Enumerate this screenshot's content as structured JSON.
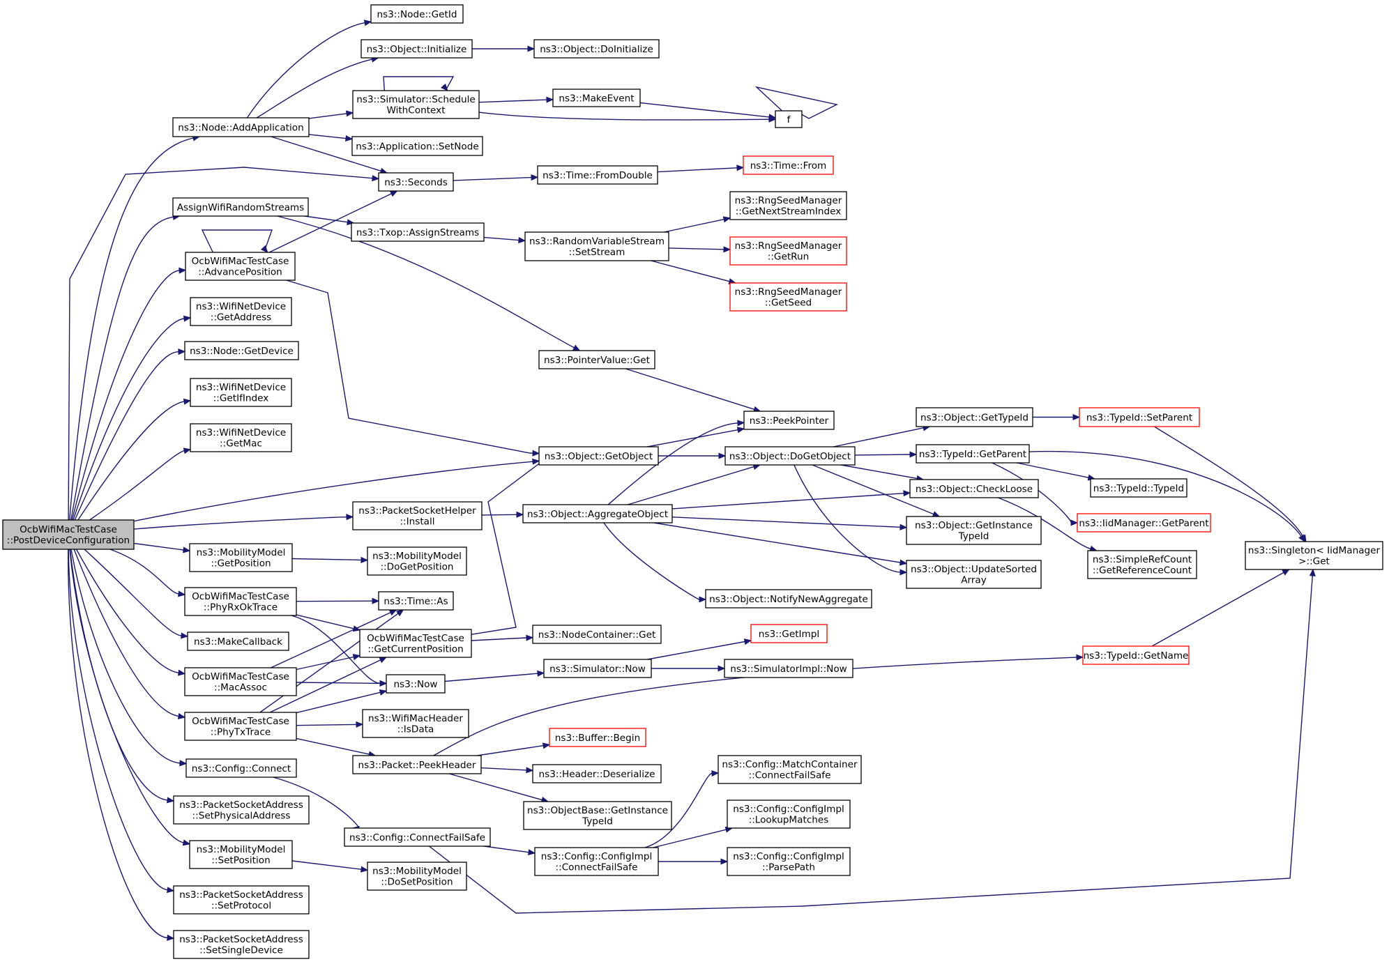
{
  "graph": {
    "nodes": {
      "root": {
        "lines": [
          "OcbWifiMacTestCase",
          "::PostDeviceConfiguration"
        ],
        "style": "root"
      },
      "getid": {
        "lines": [
          "ns3::Node::GetId"
        ],
        "style": "normal"
      },
      "init": {
        "lines": [
          "ns3::Object::Initialize"
        ],
        "style": "normal"
      },
      "doinit": {
        "lines": [
          "ns3::Object::DoInitialize"
        ],
        "style": "normal"
      },
      "schedwc": {
        "lines": [
          "ns3::Simulator::Schedule",
          "WithContext"
        ],
        "style": "normal"
      },
      "makeevent": {
        "lines": [
          "ns3::MakeEvent"
        ],
        "style": "normal"
      },
      "f": {
        "lines": [
          "f"
        ],
        "style": "normal"
      },
      "addapp": {
        "lines": [
          "ns3::Node::AddApplication"
        ],
        "style": "normal"
      },
      "appsetnode": {
        "lines": [
          "ns3::Application::SetNode"
        ],
        "style": "normal"
      },
      "seconds": {
        "lines": [
          "ns3::Seconds"
        ],
        "style": "normal"
      },
      "fromdouble": {
        "lines": [
          "ns3::Time::FromDouble"
        ],
        "style": "normal"
      },
      "timefrom": {
        "lines": [
          "ns3::Time::From"
        ],
        "style": "red"
      },
      "assignwifi": {
        "lines": [
          "AssignWifiRandomStreams"
        ],
        "style": "normal"
      },
      "txopassign": {
        "lines": [
          "ns3::Txop::AssignStreams"
        ],
        "style": "normal"
      },
      "rvssetstream": {
        "lines": [
          "ns3::RandomVariableStream",
          "::SetStream"
        ],
        "style": "normal"
      },
      "rngnext": {
        "lines": [
          "ns3::RngSeedManager",
          "::GetNextStreamIndex"
        ],
        "style": "normal"
      },
      "rngrun": {
        "lines": [
          "ns3::RngSeedManager",
          "::GetRun"
        ],
        "style": "red"
      },
      "rngseed": {
        "lines": [
          "ns3::RngSeedManager",
          "::GetSeed"
        ],
        "style": "red"
      },
      "advpos": {
        "lines": [
          "OcbWifiMacTestCase",
          "::AdvancePosition"
        ],
        "style": "normal"
      },
      "wndgetaddr": {
        "lines": [
          "ns3::WifiNetDevice",
          "::GetAddress"
        ],
        "style": "normal"
      },
      "nodegetdev": {
        "lines": [
          "ns3::Node::GetDevice"
        ],
        "style": "normal"
      },
      "wndgetif": {
        "lines": [
          "ns3::WifiNetDevice",
          "::GetIfIndex"
        ],
        "style": "normal"
      },
      "wndgetmac": {
        "lines": [
          "ns3::WifiNetDevice",
          "::GetMac"
        ],
        "style": "normal"
      },
      "ptrvalget": {
        "lines": [
          "ns3::PointerValue::Get"
        ],
        "style": "normal"
      },
      "peekptr": {
        "lines": [
          "ns3::PeekPointer"
        ],
        "style": "normal"
      },
      "objgetobj": {
        "lines": [
          "ns3::Object::GetObject"
        ],
        "style": "normal"
      },
      "dogetobj": {
        "lines": [
          "ns3::Object::DoGetObject"
        ],
        "style": "normal"
      },
      "gettypeid": {
        "lines": [
          "ns3::Object::GetTypeId"
        ],
        "style": "normal"
      },
      "tidsetparent": {
        "lines": [
          "ns3::TypeId::SetParent"
        ],
        "style": "red"
      },
      "tidgetparent": {
        "lines": [
          "ns3::TypeId::GetParent"
        ],
        "style": "normal"
      },
      "tidtypeid": {
        "lines": [
          "ns3::TypeId::TypeId"
        ],
        "style": "normal"
      },
      "checkloose": {
        "lines": [
          "ns3::Object::CheckLoose"
        ],
        "style": "normal"
      },
      "iidgetparent": {
        "lines": [
          "ns3::IidManager::GetParent"
        ],
        "style": "red"
      },
      "singleton": {
        "lines": [
          "ns3::Singleton< IidManager",
          ">::Get"
        ],
        "style": "normal"
      },
      "psinstall": {
        "lines": [
          "ns3::PacketSocketHelper",
          "::Install"
        ],
        "style": "normal"
      },
      "aggobj": {
        "lines": [
          "ns3::Object::AggregateObject"
        ],
        "style": "normal"
      },
      "getinsttid": {
        "lines": [
          "ns3::Object::GetInstance",
          "TypeId"
        ],
        "style": "normal"
      },
      "srcgetref": {
        "lines": [
          "ns3::SimpleRefCount",
          "::GetReferenceCount"
        ],
        "style": "normal"
      },
      "mmgetpos": {
        "lines": [
          "ns3::MobilityModel",
          "::GetPosition"
        ],
        "style": "normal"
      },
      "mmdogetpos": {
        "lines": [
          "ns3::MobilityModel",
          "::DoGetPosition"
        ],
        "style": "normal"
      },
      "updsorted": {
        "lines": [
          "ns3::Object::UpdateSorted",
          "Array"
        ],
        "style": "normal"
      },
      "notifynew": {
        "lines": [
          "ns3::Object::NotifyNewAggregate"
        ],
        "style": "normal"
      },
      "phyrxok": {
        "lines": [
          "OcbWifiMacTestCase",
          "::PhyRxOkTrace"
        ],
        "style": "normal"
      },
      "timeas": {
        "lines": [
          "ns3::Time::As"
        ],
        "style": "normal"
      },
      "getcurpos": {
        "lines": [
          "OcbWifiMacTestCase",
          "::GetCurrentPosition"
        ],
        "style": "normal"
      },
      "ncget": {
        "lines": [
          "ns3::NodeContainer::Get"
        ],
        "style": "normal"
      },
      "makecb": {
        "lines": [
          "ns3::MakeCallback"
        ],
        "style": "normal"
      },
      "getimpl": {
        "lines": [
          "ns3::GetImpl"
        ],
        "style": "red"
      },
      "macassoc": {
        "lines": [
          "OcbWifiMacTestCase",
          "::MacAssoc"
        ],
        "style": "normal"
      },
      "now": {
        "lines": [
          "ns3::Now"
        ],
        "style": "normal"
      },
      "simnow": {
        "lines": [
          "ns3::Simulator::Now"
        ],
        "style": "normal"
      },
      "simimplnow": {
        "lines": [
          "ns3::SimulatorImpl::Now"
        ],
        "style": "normal"
      },
      "tidgetname": {
        "lines": [
          "ns3::TypeId::GetName"
        ],
        "style": "red"
      },
      "phytx": {
        "lines": [
          "OcbWifiMacTestCase",
          "::PhyTxTrace"
        ],
        "style": "normal"
      },
      "wmhisdata": {
        "lines": [
          "ns3::WifiMacHeader",
          "::IsData"
        ],
        "style": "normal"
      },
      "bufbegin": {
        "lines": [
          "ns3::Buffer::Begin"
        ],
        "style": "red"
      },
      "peekheader": {
        "lines": [
          "ns3::Packet::PeekHeader"
        ],
        "style": "normal"
      },
      "hdrdeser": {
        "lines": [
          "ns3::Header::Deserialize"
        ],
        "style": "normal"
      },
      "obgetinst": {
        "lines": [
          "ns3::ObjectBase::GetInstance",
          "TypeId"
        ],
        "style": "normal"
      },
      "cfgconnect": {
        "lines": [
          "ns3::Config::Connect"
        ],
        "style": "normal"
      },
      "cfgmatchcfs": {
        "lines": [
          "ns3::Config::MatchContainer",
          "::ConnectFailSafe"
        ],
        "style": "normal"
      },
      "pssetphys": {
        "lines": [
          "ns3::PacketSocketAddress",
          "::SetPhysicalAddress"
        ],
        "style": "normal"
      },
      "cfglookup": {
        "lines": [
          "ns3::Config::ConfigImpl",
          "::LookupMatches"
        ],
        "style": "normal"
      },
      "cfgcfs": {
        "lines": [
          "ns3::Config::ConnectFailSafe"
        ],
        "style": "normal"
      },
      "cfgimplcfs": {
        "lines": [
          "ns3::Config::ConfigImpl",
          "::ConnectFailSafe"
        ],
        "style": "normal"
      },
      "cfgparse": {
        "lines": [
          "ns3::Config::ConfigImpl",
          "::ParsePath"
        ],
        "style": "normal"
      },
      "mmsetpos": {
        "lines": [
          "ns3::MobilityModel",
          "::SetPosition"
        ],
        "style": "normal"
      },
      "mmdosetpos": {
        "lines": [
          "ns3::MobilityModel",
          "::DoSetPosition"
        ],
        "style": "normal"
      },
      "pssetproto": {
        "lines": [
          "ns3::PacketSocketAddress",
          "::SetProtocol"
        ],
        "style": "normal"
      },
      "pssetsingle": {
        "lines": [
          "ns3::PacketSocketAddress",
          "::SetSingleDevice"
        ],
        "style": "normal"
      }
    },
    "colors": {
      "edge": "#191970",
      "node_border": "#000000",
      "node_border_external": "#ff0000",
      "root_fill": "#bfbfbf",
      "node_fill": "#ffffff"
    }
  }
}
